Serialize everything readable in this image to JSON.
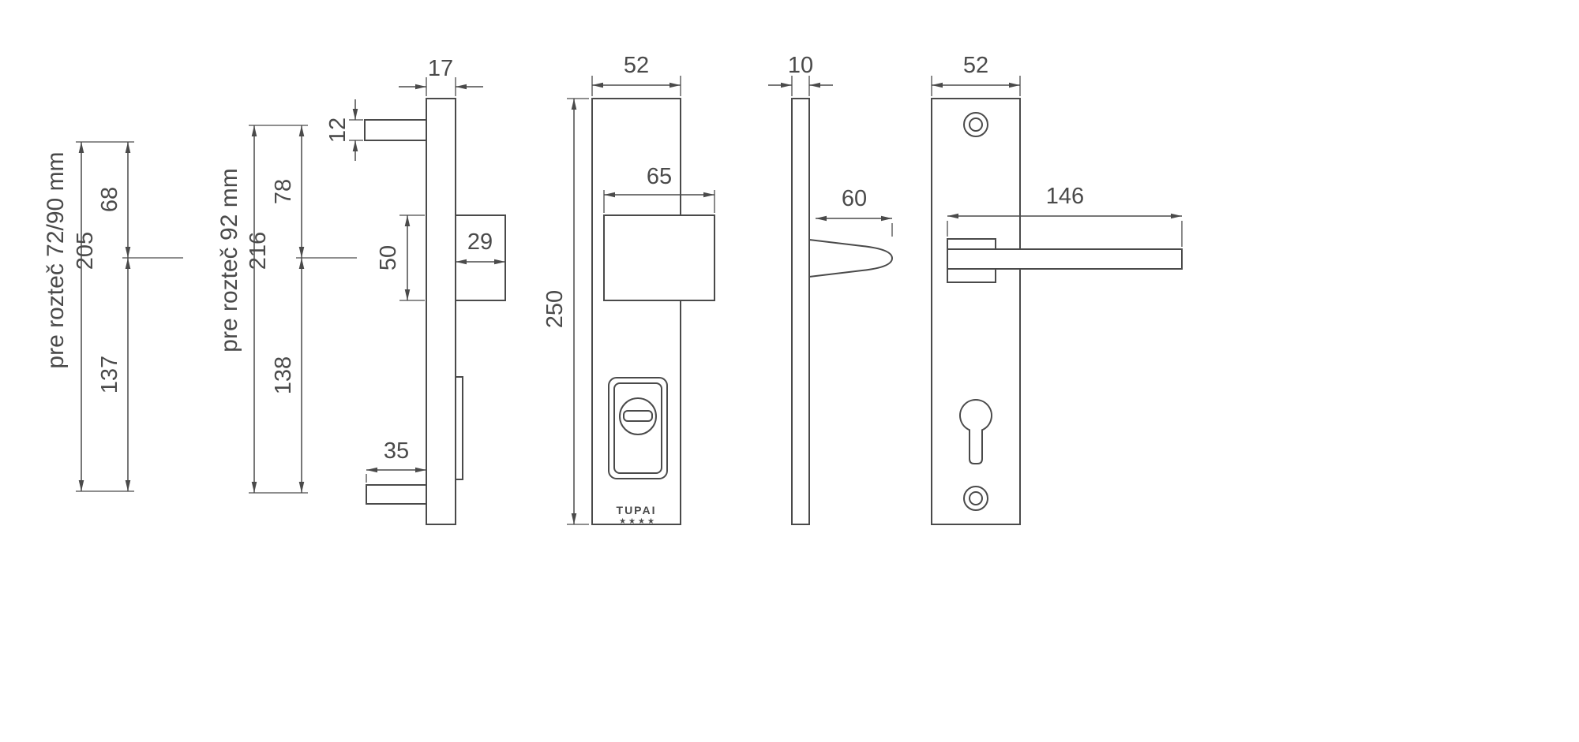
{
  "drawing": {
    "line_color": "#4a4a4a",
    "background": "#ffffff"
  },
  "pitch_annotations": [
    {
      "label": "pre rozteč 72/90 mm",
      "total": "205",
      "upper": "68",
      "lower": "137"
    },
    {
      "label": "pre rozteč 92 mm",
      "total": "216",
      "upper": "78",
      "lower": "138"
    }
  ],
  "views": {
    "exterior_side": {
      "plate_thickness": "17",
      "bar_thickness": "12",
      "block_depth": "29",
      "block_height": "50",
      "bar_length": "35"
    },
    "exterior_front": {
      "plate_width": "52",
      "plate_height": "250",
      "block_width": "65",
      "brand": "TUPAI",
      "stars": "★★★★"
    },
    "interior_side": {
      "plate_thickness": "10",
      "handle_projection": "60"
    },
    "interior_front": {
      "plate_width": "52",
      "lever_length": "146"
    }
  }
}
